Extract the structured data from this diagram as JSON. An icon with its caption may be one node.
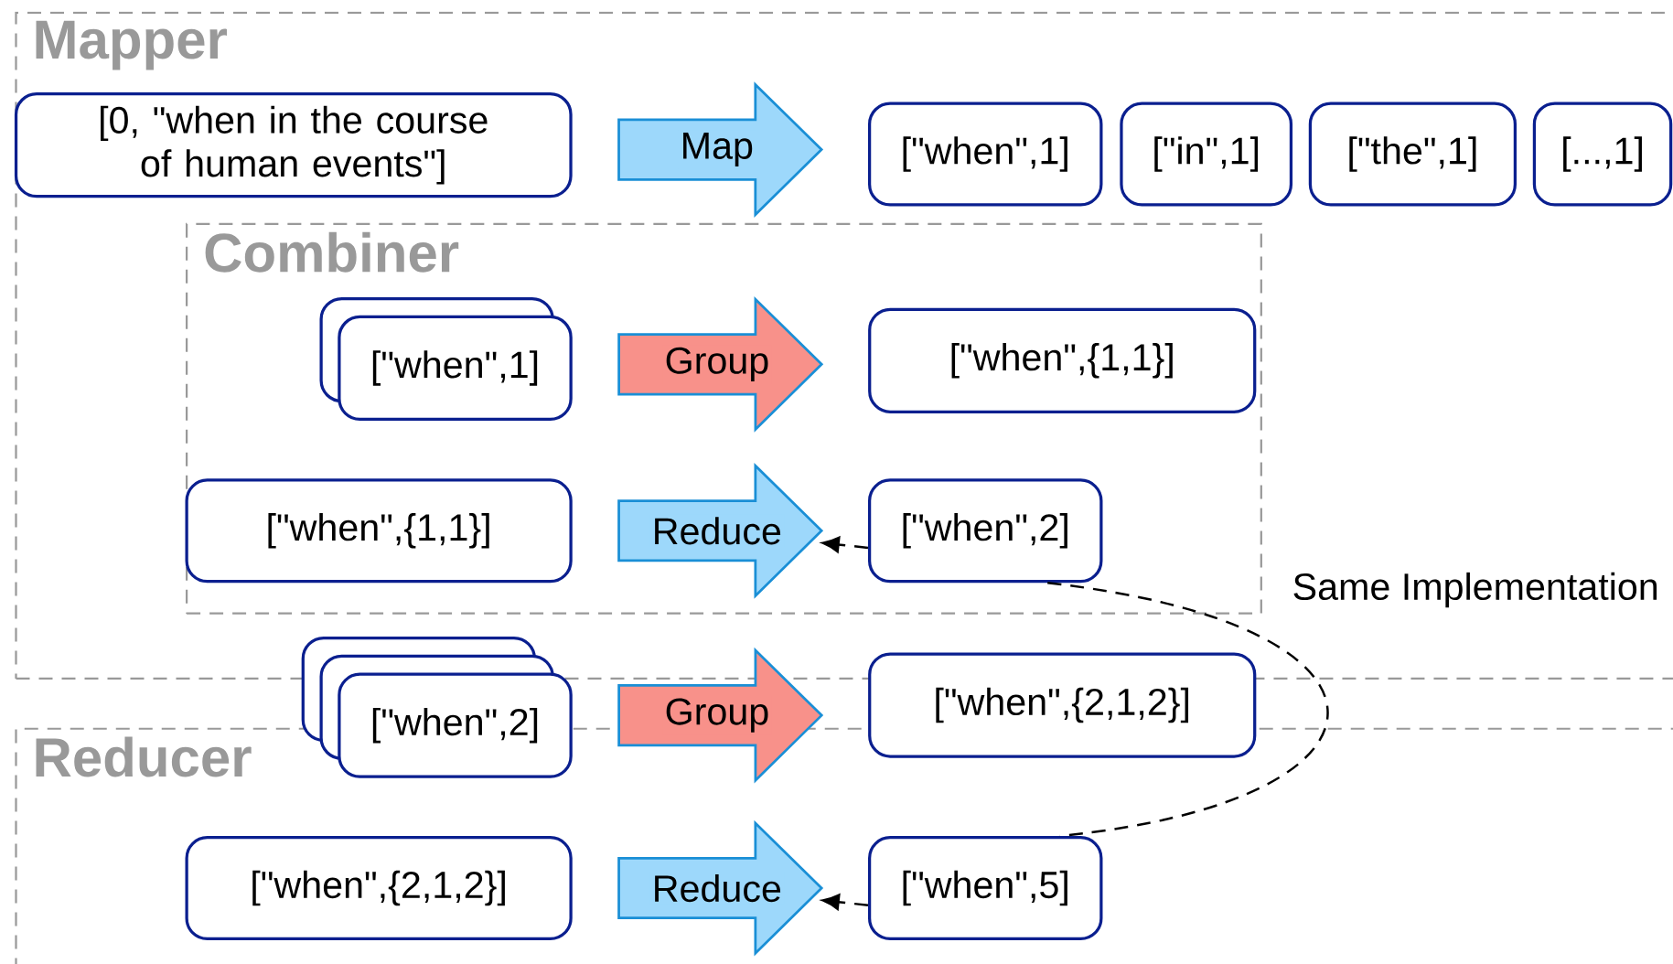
{
  "diagram": {
    "nodes": [
      {
        "text": [
          "Mapper"
        ]
      },
      {
        "text": [
          "Combiner"
        ],
        "in": 0
      },
      {
        "text": [
          "Reducer"
        ]
      },
      {
        "text": [
          "[0, \"when in the course of human events\"]"
        ],
        "in": 0
      },
      {
        "text": [
          "[\"when\",1]"
        ],
        "in": 0
      },
      {
        "text": [
          "[\"in\",1]"
        ],
        "in": 0
      },
      {
        "text": [
          "[\"the\",1]"
        ],
        "in": 0
      },
      {
        "text": [
          "[...,1]"
        ],
        "in": 0
      },
      {
        "text": [
          "[\"when\",1]"
        ],
        "in": 1
      },
      {
        "text": [
          "[\"when\",{1,1}]"
        ],
        "in": 1
      },
      {
        "text": [
          "[\"when\",{1,1}]"
        ],
        "in": 1
      },
      {
        "text": [
          "[\"when\",2]"
        ],
        "in": 1
      },
      {
        "text": [
          "[\"when\",2]"
        ]
      },
      {
        "text": [
          "[\"when\",{2,1,2}]"
        ]
      },
      {
        "text": [
          "[\"when\",{2,1,2}]"
        ],
        "in": 2
      },
      {
        "text": [
          "[\"when\",5]"
        ],
        "in": 2
      }
    ],
    "edges": [
      {
        "from": 3,
        "to": 4,
        "arrow": "to",
        "style": "thick",
        "label": "Map"
      },
      {
        "from": 8,
        "to": 9,
        "arrow": "to",
        "style": "thick",
        "color": "#f8918a",
        "label": "Group"
      },
      {
        "from": 10,
        "to": 11,
        "arrow": "to",
        "style": "thick",
        "label": "Reduce"
      },
      {
        "from": 12,
        "to": 13,
        "arrow": "to",
        "style": "thick",
        "color": "#f8918a",
        "label": "Group"
      },
      {
        "from": 14,
        "to": 15,
        "arrow": "to",
        "style": "thick",
        "label": "Reduce"
      },
      {
        "from": 11,
        "to": null,
        "arrow": "to",
        "style": "dashed"
      },
      {
        "from": 15,
        "to": null,
        "arrow": "to",
        "style": "dashed"
      },
      {
        "from": 11,
        "to": 15,
        "arrow": "none",
        "style": "dashed",
        "label": "Same Implementation"
      }
    ]
  }
}
